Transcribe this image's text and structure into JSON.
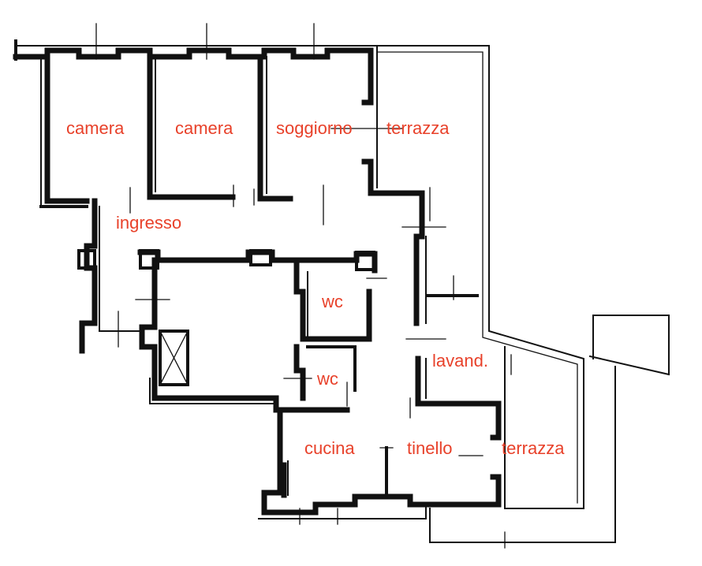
{
  "rooms": [
    {
      "id": "camera-1",
      "label": "camera"
    },
    {
      "id": "camera-2",
      "label": "camera"
    },
    {
      "id": "soggiorno",
      "label": "soggiorno"
    },
    {
      "id": "terrazza-top",
      "label": "terrazza"
    },
    {
      "id": "ingresso",
      "label": "ingresso"
    },
    {
      "id": "wc-1",
      "label": "wc"
    },
    {
      "id": "wc-2",
      "label": "wc"
    },
    {
      "id": "lavand",
      "label": "lavand."
    },
    {
      "id": "cucina",
      "label": "cucina"
    },
    {
      "id": "tinello",
      "label": "tinello"
    },
    {
      "id": "terrazza-bottom",
      "label": "terrazza"
    }
  ],
  "colors": {
    "label": "#e8412a",
    "wall": "#111111",
    "background": "#ffffff"
  }
}
